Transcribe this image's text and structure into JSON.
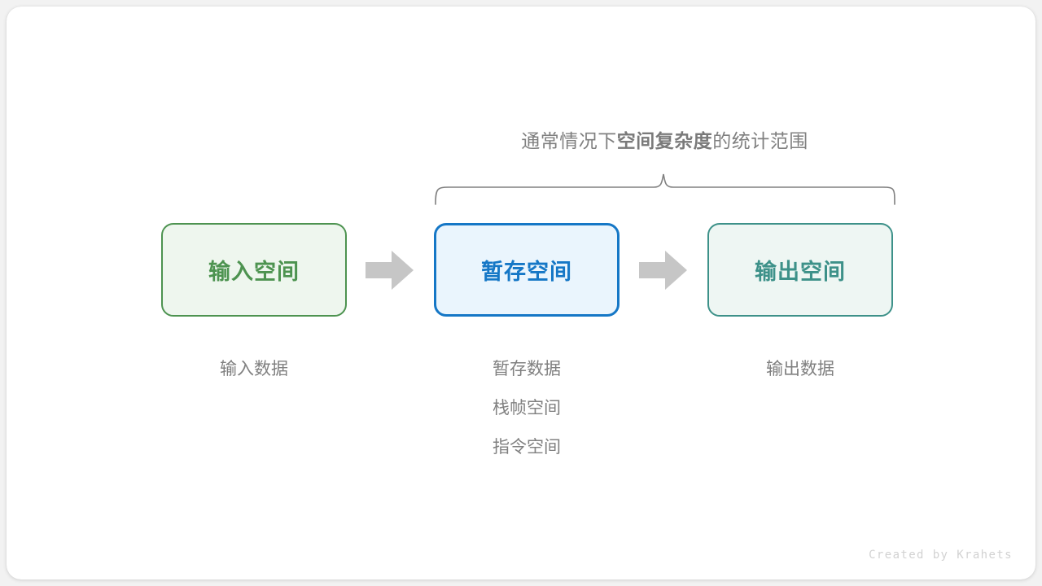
{
  "diagram": {
    "title_prefix": "通常情况下",
    "title_strong": "空间复杂度",
    "title_suffix": "的统计范围",
    "brace_label_full": "通常情况下空间复杂度的统计范围",
    "nodes": [
      {
        "id": "input",
        "label": "输入空间",
        "border_color": "#4d9350",
        "fill_color": "#eef6ee",
        "text_color": "#4d9350"
      },
      {
        "id": "temp",
        "label": "暂存空间",
        "border_color": "#1577c6",
        "fill_color": "#eaf5fd",
        "text_color": "#1577c6"
      },
      {
        "id": "output",
        "label": "输出空间",
        "border_color": "#3d9189",
        "fill_color": "#eef6f3",
        "text_color": "#3d9189"
      }
    ],
    "arrows": [
      {
        "id": "arrow-1",
        "from": "input",
        "to": "temp",
        "color": "#c6c6c6"
      },
      {
        "id": "arrow-2",
        "from": "temp",
        "to": "output",
        "color": "#c6c6c6"
      }
    ],
    "captions": {
      "input": [
        "输入数据"
      ],
      "temp": [
        "暂存数据",
        "栈帧空间",
        "指令空间"
      ],
      "output": [
        "输出数据"
      ]
    },
    "brace": {
      "spans": [
        "temp",
        "output"
      ],
      "color": "#808080"
    },
    "caption_color": "#808080",
    "watermark": "Created by Krahets",
    "background_color": "#f2f2f2",
    "card_color": "#ffffff"
  }
}
